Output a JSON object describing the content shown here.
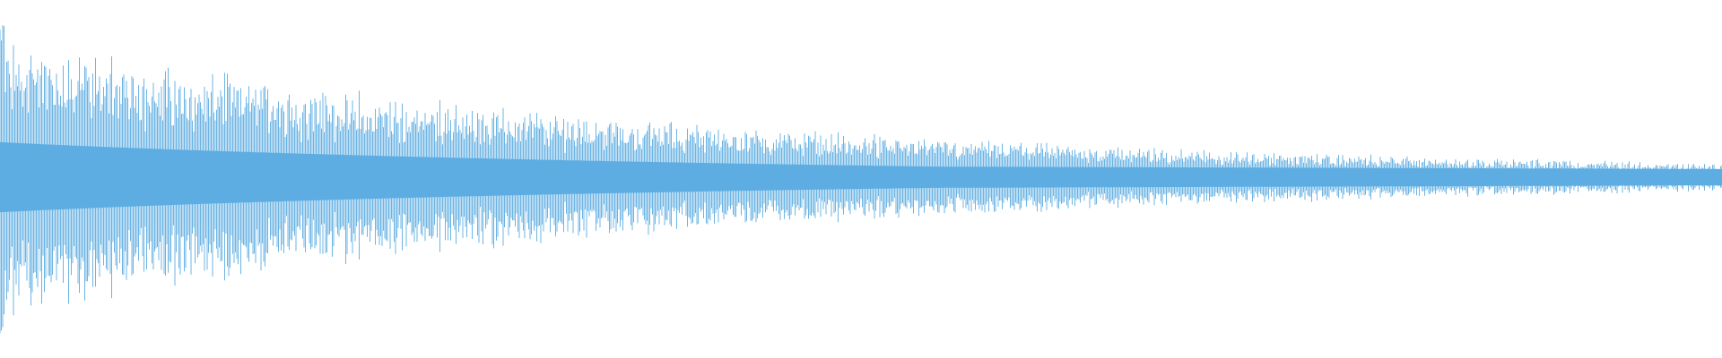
{
  "waveform": {
    "color": "#5dade2",
    "background": "#ffffff",
    "envelope": {
      "start_peak": 1.0,
      "end_peak": 0.1,
      "core_ratio": 0.2
    },
    "transient_peak": 1.05
  }
}
